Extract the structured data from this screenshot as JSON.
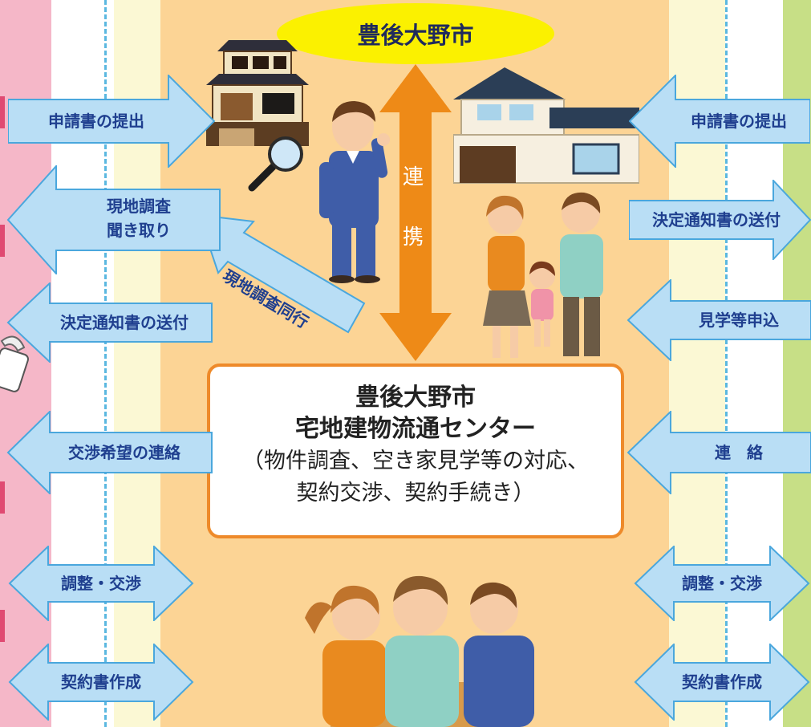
{
  "title": "豊後大野市",
  "center": {
    "line1": "豊後大野市",
    "line2": "宅地建物流通センター",
    "line3": "（物件調査、空き家見学等の対応、",
    "line4": "契約交渉、契約手続き）"
  },
  "link_label": {
    "char1": "連",
    "char2": "携"
  },
  "diagonal_label": "現地調査同行",
  "left_arrows": [
    {
      "label": "申請書の提出",
      "direction": "right"
    },
    {
      "label": "現地調査\n聞き取り",
      "direction": "left"
    },
    {
      "label": "決定通知書の送付",
      "direction": "left"
    },
    {
      "label": "交渉希望の連絡",
      "direction": "left"
    },
    {
      "label": "調整・交渉",
      "direction": "both"
    },
    {
      "label": "契約書作成",
      "direction": "both"
    }
  ],
  "right_arrows": [
    {
      "label": "申請書の提出",
      "direction": "left"
    },
    {
      "label": "決定通知書の送付",
      "direction": "right"
    },
    {
      "label": "見学等申込",
      "direction": "left"
    },
    {
      "label": "連　絡",
      "direction": "left"
    },
    {
      "label": "調整・交渉",
      "direction": "both"
    },
    {
      "label": "契約書作成",
      "direction": "both"
    }
  ],
  "colors": {
    "left_band": "#f5b7c8",
    "right_band": "#c7df86",
    "cream": "#fbf8d4",
    "center_bg": "#fcd495",
    "arrow_fill": "#b9def5",
    "arrow_stroke": "#4aa7dd",
    "link_arrow": "#ee8a17"
  },
  "icons": [
    "old-house-icon",
    "magnifier-icon",
    "worker-icon",
    "modern-house-icon",
    "family-icon",
    "meeting-icon",
    "lock-icon"
  ]
}
